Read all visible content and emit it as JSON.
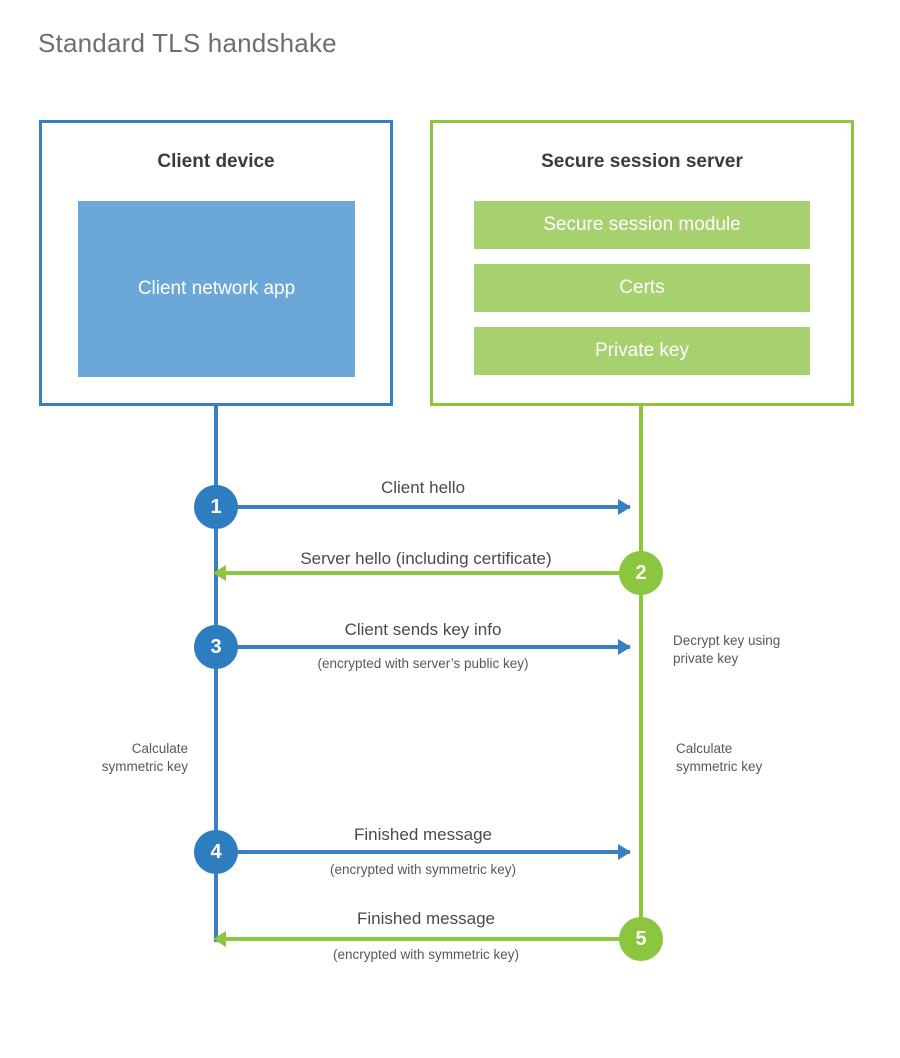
{
  "title": "Standard TLS handshake",
  "parties": {
    "client": {
      "title": "Client device",
      "block": "Client network app",
      "accent": "#3880c0"
    },
    "server": {
      "title": "Secure session server",
      "accent": "#8cc63e",
      "blocks": [
        {
          "label": "Secure session module"
        },
        {
          "label": "Certs"
        },
        {
          "label": "Private key"
        }
      ]
    }
  },
  "steps": [
    {
      "number": "1",
      "direction": "client-to-server",
      "main": "Client hello",
      "sub": ""
    },
    {
      "number": "2",
      "direction": "server-to-client",
      "main": "Server hello (including certificate)",
      "sub": ""
    },
    {
      "number": "3",
      "direction": "client-to-server",
      "main": "Client sends key info",
      "sub": "(encrypted with server’s public key)"
    },
    {
      "number": "4",
      "direction": "client-to-server",
      "main": "Finished message",
      "sub": "(encrypted with symmetric key)"
    },
    {
      "number": "5",
      "direction": "server-to-client",
      "main": "Finished message",
      "sub": "(encrypted with symmetric key)"
    }
  ],
  "annotations": {
    "decrypt_note": "Decrypt key using\nprivate key",
    "client_calculate": "Calculate\nsymmetric key",
    "server_calculate": "Calculate\nsymmetric key"
  }
}
